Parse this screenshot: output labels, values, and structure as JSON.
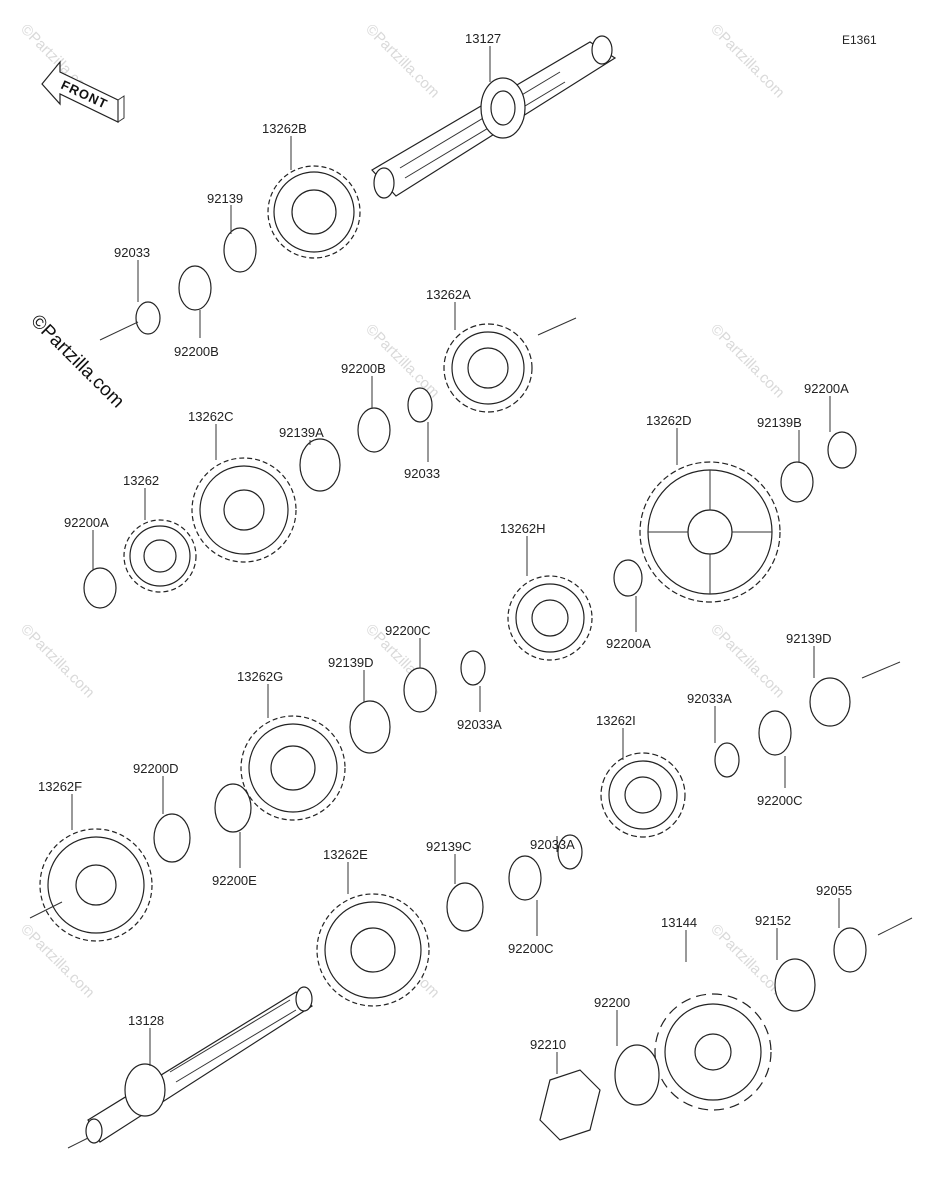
{
  "diagram_code": "E1361",
  "direction_label": "FRONT",
  "watermark_side": "©Partzilla.com",
  "watermark_tile": "©Partzilla.com",
  "parts": [
    {
      "id": "13127",
      "label": "13127",
      "shape": "shaft"
    },
    {
      "id": "13262B",
      "label": "13262B",
      "shape": "gear"
    },
    {
      "id": "92139",
      "label": "92139",
      "shape": "bushing"
    },
    {
      "id": "92033",
      "label": "92033",
      "shape": "circlip"
    },
    {
      "id": "92200B-1",
      "label": "92200B",
      "shape": "washer"
    },
    {
      "id": "13262A",
      "label": "13262A",
      "shape": "gear"
    },
    {
      "id": "92200B-2",
      "label": "92200B",
      "shape": "washer"
    },
    {
      "id": "92139A",
      "label": "92139A",
      "shape": "bearing"
    },
    {
      "id": "92033-2",
      "label": "92033",
      "shape": "circlip"
    },
    {
      "id": "13262C",
      "label": "13262C",
      "shape": "gear"
    },
    {
      "id": "13262",
      "label": "13262",
      "shape": "gear"
    },
    {
      "id": "92200A-1",
      "label": "92200A",
      "shape": "washer"
    },
    {
      "id": "13262D",
      "label": "13262D",
      "shape": "gear"
    },
    {
      "id": "92139B",
      "label": "92139B",
      "shape": "bushing"
    },
    {
      "id": "92200A-2",
      "label": "92200A",
      "shape": "washer"
    },
    {
      "id": "13262H",
      "label": "13262H",
      "shape": "gear"
    },
    {
      "id": "92200A-3",
      "label": "92200A",
      "shape": "washer"
    },
    {
      "id": "92200C-1",
      "label": "92200C",
      "shape": "washer"
    },
    {
      "id": "92139D-1",
      "label": "92139D",
      "shape": "bearing"
    },
    {
      "id": "92033A-1",
      "label": "92033A",
      "shape": "circlip"
    },
    {
      "id": "92139D-2",
      "label": "92139D",
      "shape": "bearing"
    },
    {
      "id": "13262G",
      "label": "13262G",
      "shape": "gear"
    },
    {
      "id": "13262I",
      "label": "13262I",
      "shape": "gear"
    },
    {
      "id": "92033A-2",
      "label": "92033A",
      "shape": "circlip"
    },
    {
      "id": "92200C-2",
      "label": "92200C",
      "shape": "washer"
    },
    {
      "id": "13262F",
      "label": "13262F",
      "shape": "gear"
    },
    {
      "id": "92200D",
      "label": "92200D",
      "shape": "washer"
    },
    {
      "id": "92200E",
      "label": "92200E",
      "shape": "washer"
    },
    {
      "id": "92033A-3",
      "label": "92033A",
      "shape": "circlip"
    },
    {
      "id": "13262E",
      "label": "13262E",
      "shape": "gear"
    },
    {
      "id": "92139C",
      "label": "92139C",
      "shape": "bushing"
    },
    {
      "id": "92200C-3",
      "label": "92200C",
      "shape": "washer"
    },
    {
      "id": "92055",
      "label": "92055",
      "shape": "oring"
    },
    {
      "id": "13144",
      "label": "13144",
      "shape": "sprocket"
    },
    {
      "id": "92152",
      "label": "92152",
      "shape": "collar"
    },
    {
      "id": "92200",
      "label": "92200",
      "shape": "washer"
    },
    {
      "id": "92210",
      "label": "92210",
      "shape": "nut"
    },
    {
      "id": "13128",
      "label": "13128",
      "shape": "shaft"
    }
  ]
}
